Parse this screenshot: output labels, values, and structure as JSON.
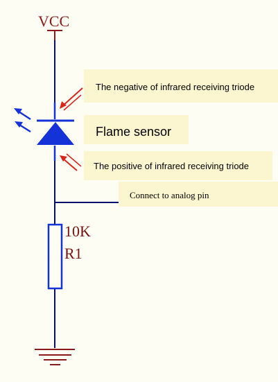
{
  "labels": {
    "vcc": "VCC",
    "resistor_value": "10K",
    "resistor_ref": "R1",
    "negative_note": "The negative of infrared receiving triode",
    "flame_note": "Flame sensor",
    "positive_note": "The positive of infrared receiving triode",
    "analog_note": "Connect to analog pin"
  },
  "colors": {
    "power_label": "#8b1a1a",
    "wire": "#0a0a6e",
    "diode": "#1432d8",
    "resistor": "#1432d8",
    "arrow": "#d8241c",
    "resistor_label": "#7a1010",
    "note_background": "#fbf6cf"
  },
  "icons": [
    "vcc-terminal-icon",
    "infrared-diode-icon",
    "light-emission-icon",
    "incoming-light-arrow-icon",
    "resistor-icon",
    "ground-icon"
  ]
}
